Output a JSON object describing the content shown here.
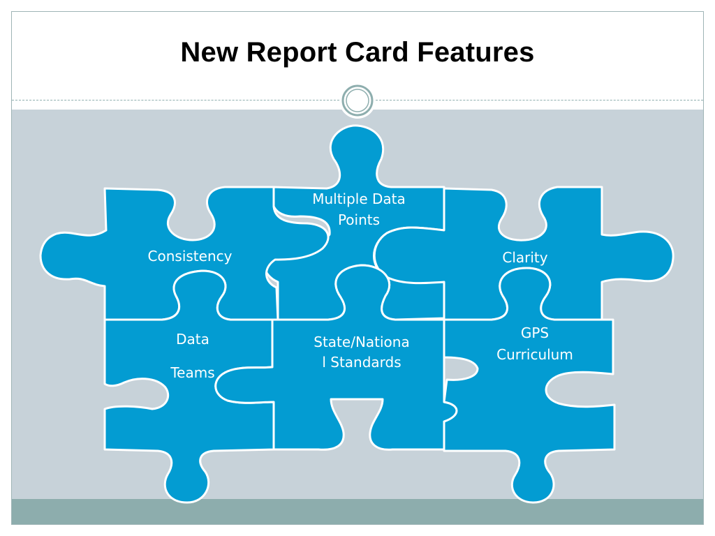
{
  "slide": {
    "title": "New Report Card Features"
  },
  "colors": {
    "piece_fill": "#039cd2",
    "piece_outline": "#ffffff",
    "content_background": "#c7d2d9",
    "footer_band": "#8dadad",
    "divider": "#8eaeae"
  },
  "pieces": {
    "consistency": "Consistency",
    "multiple_data_points_line1": "Multiple Data",
    "multiple_data_points_line2": "Points",
    "clarity": "Clarity",
    "data_teams_line1": "Data",
    "data_teams_line2": "Teams",
    "state_standards_line1": "State/Nationa",
    "state_standards_line2": "l Standards",
    "gps_line1": "GPS",
    "gps_line2": "Curriculum"
  }
}
